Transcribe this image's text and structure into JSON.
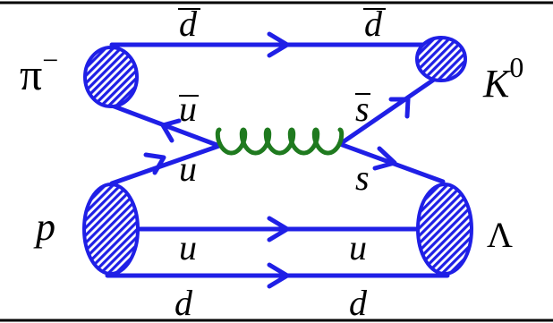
{
  "colors": {
    "quark_line": "#1f1fe6",
    "gluon": "#1f7a1f",
    "blob_fill": "#1f1fe6",
    "text": "#000000"
  },
  "hadrons": {
    "pi_base": "π",
    "pi_sup": "−",
    "k_base": "K",
    "k_sup": "0",
    "proton": "p",
    "lambda": "Λ"
  },
  "quarks": {
    "top_left_d": "d",
    "top_right_d": "d",
    "anti_u": "u",
    "anti_s": "s",
    "u_in": "u",
    "s_out": "s",
    "mid_left_u": "u",
    "mid_right_u": "u",
    "bottom_left_d": "d",
    "bottom_right_d": "d"
  }
}
